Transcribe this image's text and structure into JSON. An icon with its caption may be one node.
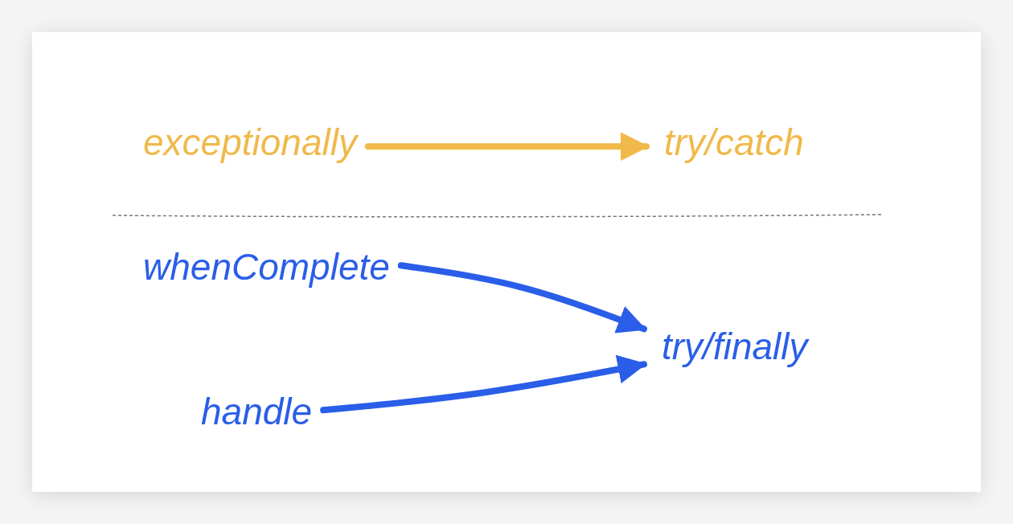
{
  "diagram": {
    "nodes": [
      {
        "text": [
          "exceptionally"
        ]
      },
      {
        "text": [
          "try/catch"
        ]
      },
      {
        "text": [
          "whenComplete"
        ]
      },
      {
        "text": [
          "try/finally"
        ]
      },
      {
        "text": [
          "handle"
        ]
      }
    ],
    "edges": [
      {
        "from": 0,
        "to": 1,
        "arrow": "to",
        "color": "#f0b94a"
      },
      {
        "from": 2,
        "to": 3,
        "arrow": "to"
      },
      {
        "from": 4,
        "to": 3,
        "arrow": "to"
      }
    ]
  }
}
